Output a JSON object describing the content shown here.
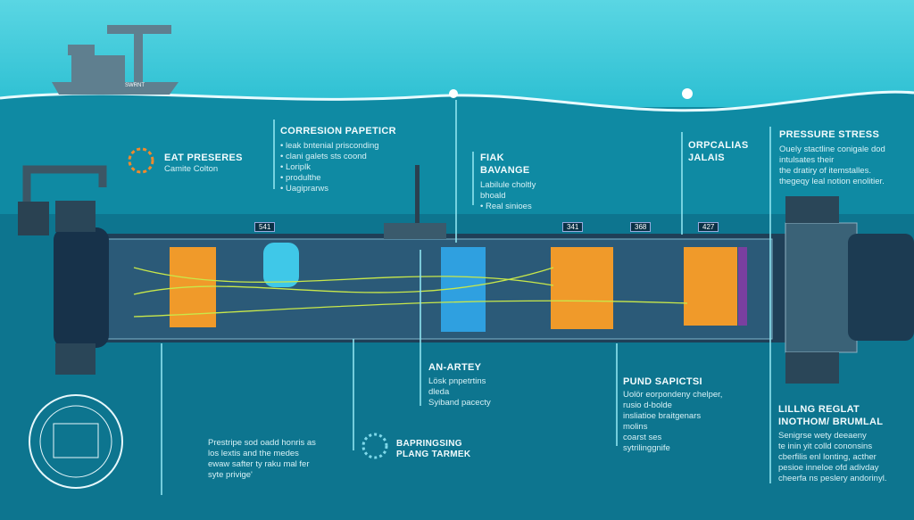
{
  "ship": {
    "label": "SWRNT"
  },
  "colors": {
    "accent_orange": "#f08a2c",
    "pipe": "#1f3f57",
    "panel_blue": "#2fa0e0",
    "panel_orange": "#f09a2a"
  },
  "tags": [
    "541",
    "341",
    "368",
    "427"
  ],
  "callouts": {
    "eat": {
      "title": "EAT PRESERES",
      "sub": "Camite Colton"
    },
    "corrosion": {
      "title": "CORRESION PAPETICR",
      "items": [
        "leak bntenial prisconding",
        "clani galets sts coond",
        "Loriplk",
        "produlthe",
        "Uagiprarws"
      ]
    },
    "fiak": {
      "title1": "FIAK",
      "title2": "BAVANGE",
      "lines": [
        "Labilule choltly",
        "bhoald",
        "• Real sinioes"
      ]
    },
    "orpcalas": {
      "title1": "ORPCALIAS",
      "title2": "JALAIS"
    },
    "pressure": {
      "title": "PRESSURE STRESS",
      "lines": [
        "Ouely stactline conigale dod",
        "intulsates their",
        "the dratiry of itemstalles.",
        "thegeqy leal notion enolitier."
      ]
    },
    "anartey": {
      "title": "AN-ARTEY",
      "lines": [
        "Lösk pnpetrtins",
        "dleda",
        "Syiband pacecty"
      ]
    },
    "prestripe": {
      "lines": [
        "Prestripe sod oadd honris as",
        "los lextis and the medes",
        "ewaw safter ty raku mal fer",
        "syte privige'"
      ]
    },
    "bapringsing": {
      "title1": "BAPRINGSING",
      "title2": "PLANG TARMEK"
    },
    "pund": {
      "title": "PUND SAPICTSI",
      "lines": [
        "Uolör eorpondeny chelper,",
        "rusio d-bolde",
        "insliatioe braitgenars",
        "molins",
        "coarst ses",
        "sytrilinggnife"
      ]
    },
    "lilling": {
      "title1": "LILLNG REGLAT",
      "title2": "INOTHOM/ BRUMLAL",
      "lines": [
        "Senigrse wety deeaeny",
        "te inin yit colld cononsins",
        "cberfilis enl lonting, acther",
        "pesioe inneloe ofd adivday",
        "cheerfa ns peslery andorinyl."
      ]
    }
  }
}
